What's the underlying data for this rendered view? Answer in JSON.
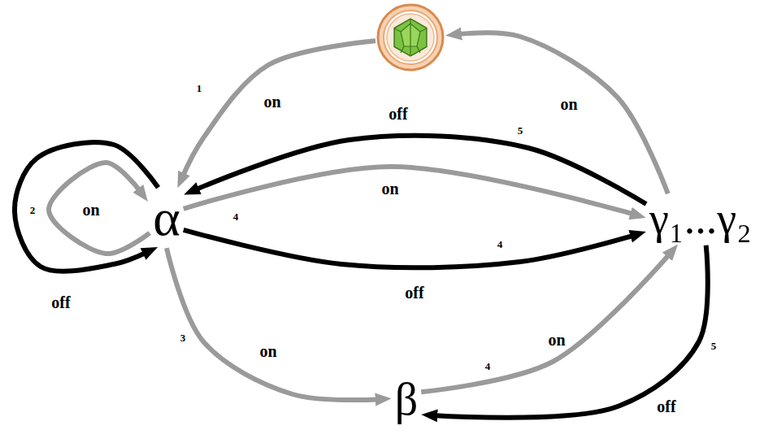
{
  "diagram": {
    "nodes": [
      {
        "text": []
      },
      {
        "text": [
          "α"
        ]
      },
      {
        "text": [
          "γ₁...γ₂"
        ]
      },
      {
        "text": [
          "β"
        ]
      }
    ],
    "edges": [
      {
        "from": 0,
        "to": 1,
        "arrow": "to",
        "label": "on"
      },
      {
        "from": 2,
        "to": 0,
        "arrow": "to",
        "label": "on"
      },
      {
        "from": 2,
        "to": 1,
        "arrow": "to",
        "label": "off"
      },
      {
        "from": 1,
        "to": 2,
        "arrow": "to",
        "label": "on"
      },
      {
        "from": 1,
        "to": 2,
        "arrow": "to",
        "label": "off"
      },
      {
        "from": 1,
        "to": 1,
        "arrow": "to",
        "label": "on"
      },
      {
        "from": 1,
        "to": 1,
        "arrow": "to",
        "label": "off"
      },
      {
        "from": 1,
        "to": 3,
        "arrow": "to",
        "label": "on"
      },
      {
        "from": 3,
        "to": 2,
        "arrow": "to",
        "label": "on"
      },
      {
        "from": 2,
        "to": 3,
        "arrow": "to",
        "label": "off"
      }
    ],
    "labels": [
      "1",
      "5",
      "4",
      "2",
      "4",
      "3",
      "4",
      "5"
    ]
  }
}
